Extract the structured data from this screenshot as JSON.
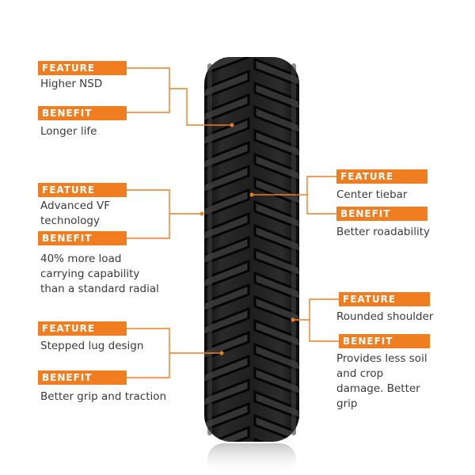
{
  "accent_color": "#f07d20",
  "callouts": [
    {
      "feature_tag": "FEATURE",
      "feature": "Higher NSD",
      "benefit_tag": "BENEFIT",
      "benefit": "Longer life"
    },
    {
      "feature_tag": "FEATURE",
      "feature": "Advanced VF technology",
      "benefit_tag": "BENEFIT",
      "benefit": "40% more load carrying capability than a standard radial"
    },
    {
      "feature_tag": "FEATURE",
      "feature": "Stepped lug design",
      "benefit_tag": "BENEFIT",
      "benefit": "Better grip and traction"
    },
    {
      "feature_tag": "FEATURE",
      "feature": "Center tiebar",
      "benefit_tag": "BENEFIT",
      "benefit": "Better roadability"
    },
    {
      "feature_tag": "FEATURE",
      "feature": "Rounded shoulder",
      "benefit_tag": "BENEFIT",
      "benefit": "Provides less soil and crop damage. Better grip"
    }
  ]
}
